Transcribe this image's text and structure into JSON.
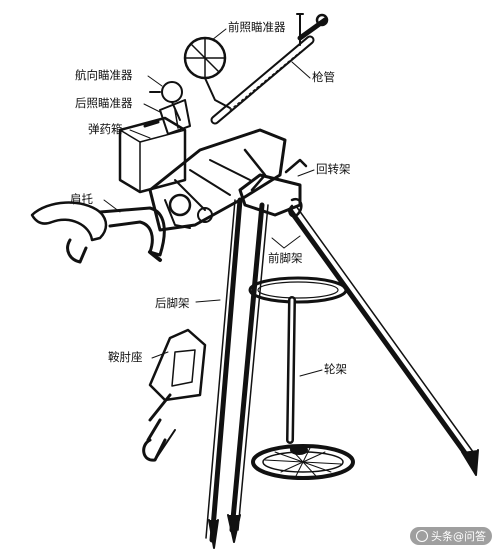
{
  "labels": {
    "front_sight": "前照瞄准器",
    "heading_sight": "航向瞄准器",
    "rear_sight": "后照瞄准器",
    "barrel": "枪管",
    "ammo_box": "弹药箱",
    "pivot": "回转架",
    "shoulder_stock": "肩托",
    "front_leg": "前脚架",
    "rear_leg": "后脚架",
    "cradle": "鞍肘座",
    "wheel_mount": "轮架"
  },
  "watermark": "头条@问答",
  "colors": {
    "line": "#111111",
    "background": "#ffffff"
  }
}
